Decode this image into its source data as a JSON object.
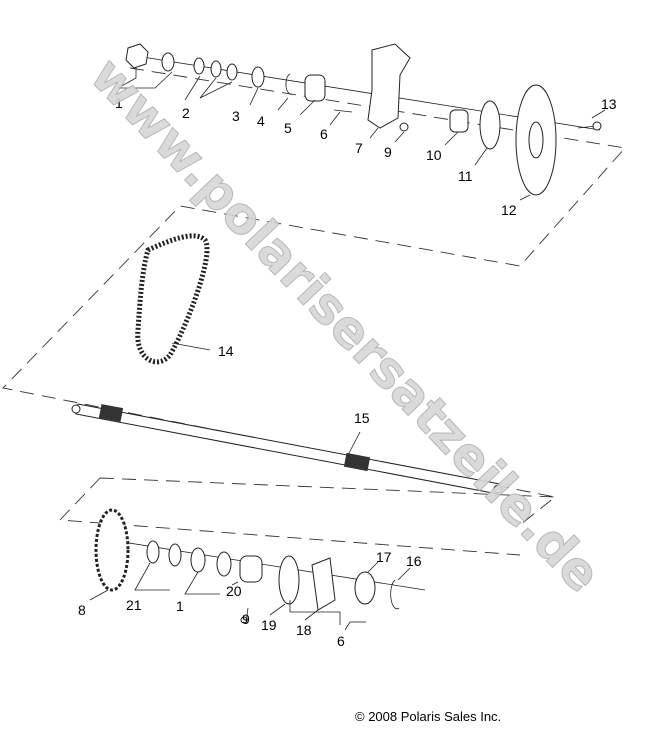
{
  "watermark": "www.polarisersatzeile.de",
  "copyright": "© 2008 Polaris Sales Inc.",
  "callouts": [
    "1",
    "2",
    "3",
    "4",
    "5",
    "6",
    "7",
    "9",
    "10",
    "11",
    "12",
    "13",
    "14",
    "15",
    "17",
    "16",
    "8",
    "21",
    "1",
    "20",
    "9",
    "19",
    "18",
    "6"
  ]
}
